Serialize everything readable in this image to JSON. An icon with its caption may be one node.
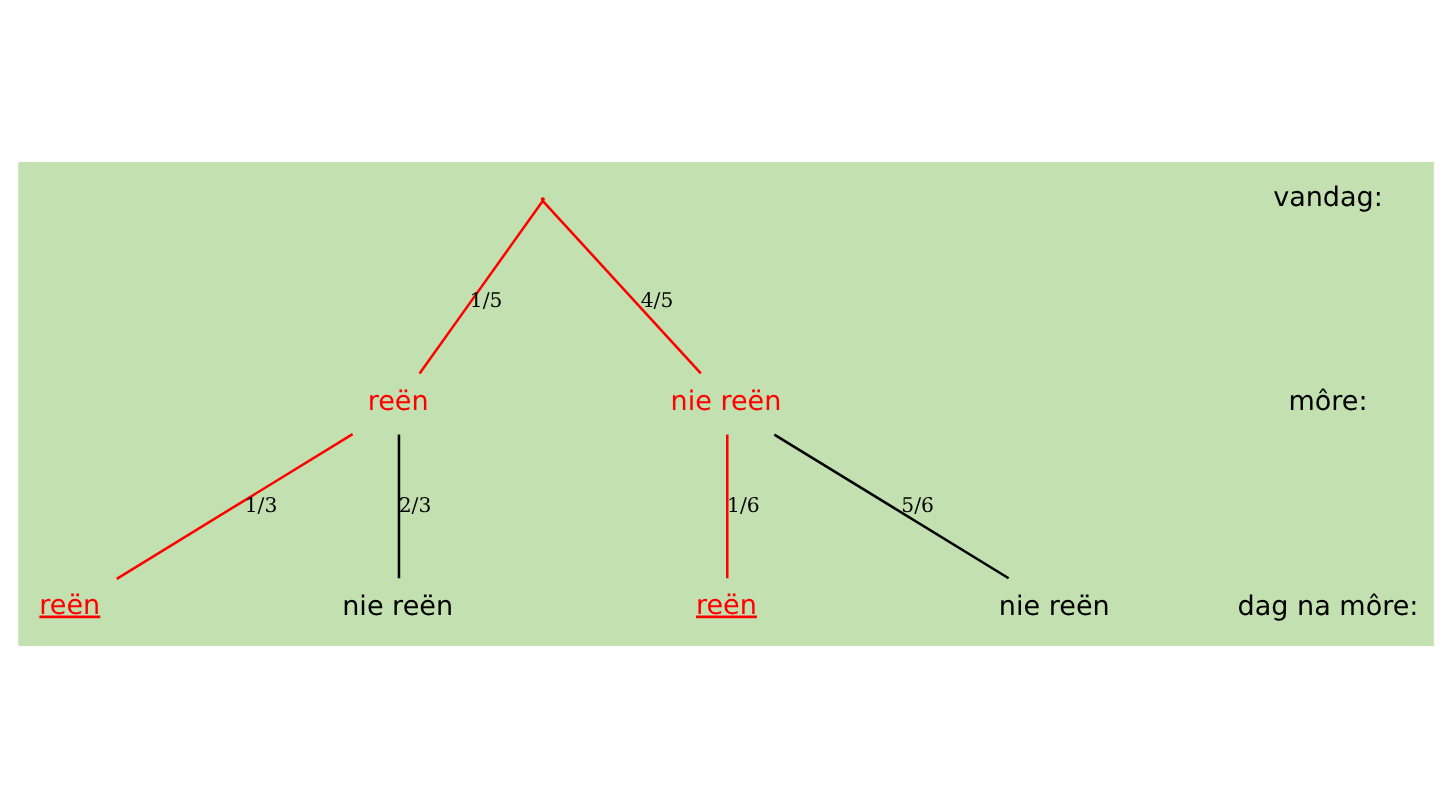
{
  "diagram": {
    "nodes": [
      {
        "text": [],
        "shape": "point"
      },
      {
        "text": [
          "reën"
        ]
      },
      {
        "text": [
          "nie reën"
        ]
      },
      {
        "text": [
          "reën"
        ]
      },
      {
        "text": [
          "nie reën"
        ]
      },
      {
        "text": [
          "reën"
        ]
      },
      {
        "text": [
          "nie reën"
        ]
      }
    ],
    "edges": [
      {
        "from": 0,
        "to": 1,
        "arrow": "none",
        "label": "1/5"
      },
      {
        "from": 0,
        "to": 2,
        "arrow": "none",
        "label": "4/5"
      },
      {
        "from": 1,
        "to": 3,
        "arrow": "none",
        "label": "1/3"
      },
      {
        "from": 1,
        "to": 4,
        "arrow": "none",
        "label": "2/3",
        "color": "#000000"
      },
      {
        "from": 2,
        "to": 5,
        "arrow": "none",
        "label": "1/6"
      },
      {
        "from": 2,
        "to": 6,
        "arrow": "none",
        "label": "5/6",
        "color": "#000000"
      }
    ],
    "labels": [
      "vandag:",
      "môre:",
      "dag na môre:"
    ]
  }
}
